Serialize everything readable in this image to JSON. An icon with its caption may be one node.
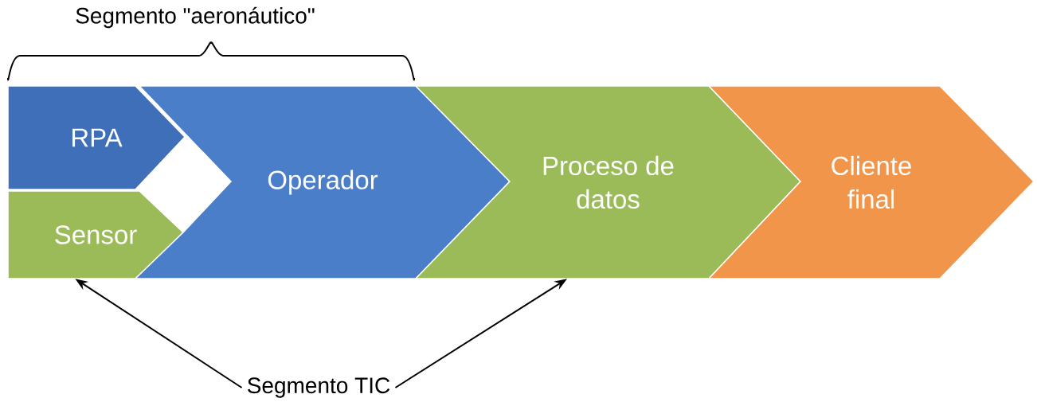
{
  "diagram": {
    "nodes": [
      {
        "text": [
          "RPA"
        ]
      },
      {
        "text": [
          "Sensor"
        ]
      },
      {
        "text": [
          "Operador"
        ]
      },
      {
        "text": [
          "Proceso de datos"
        ]
      },
      {
        "text": [
          "Cliente final"
        ]
      },
      {
        "text": [
          "Segmento TIC"
        ]
      }
    ],
    "edges": [
      {
        "from": 5,
        "to": 1,
        "arrow": "to"
      },
      {
        "from": 5,
        "to": 3,
        "arrow": "to"
      }
    ],
    "labels": [
      "Segmento \"aeronáutico\""
    ]
  }
}
